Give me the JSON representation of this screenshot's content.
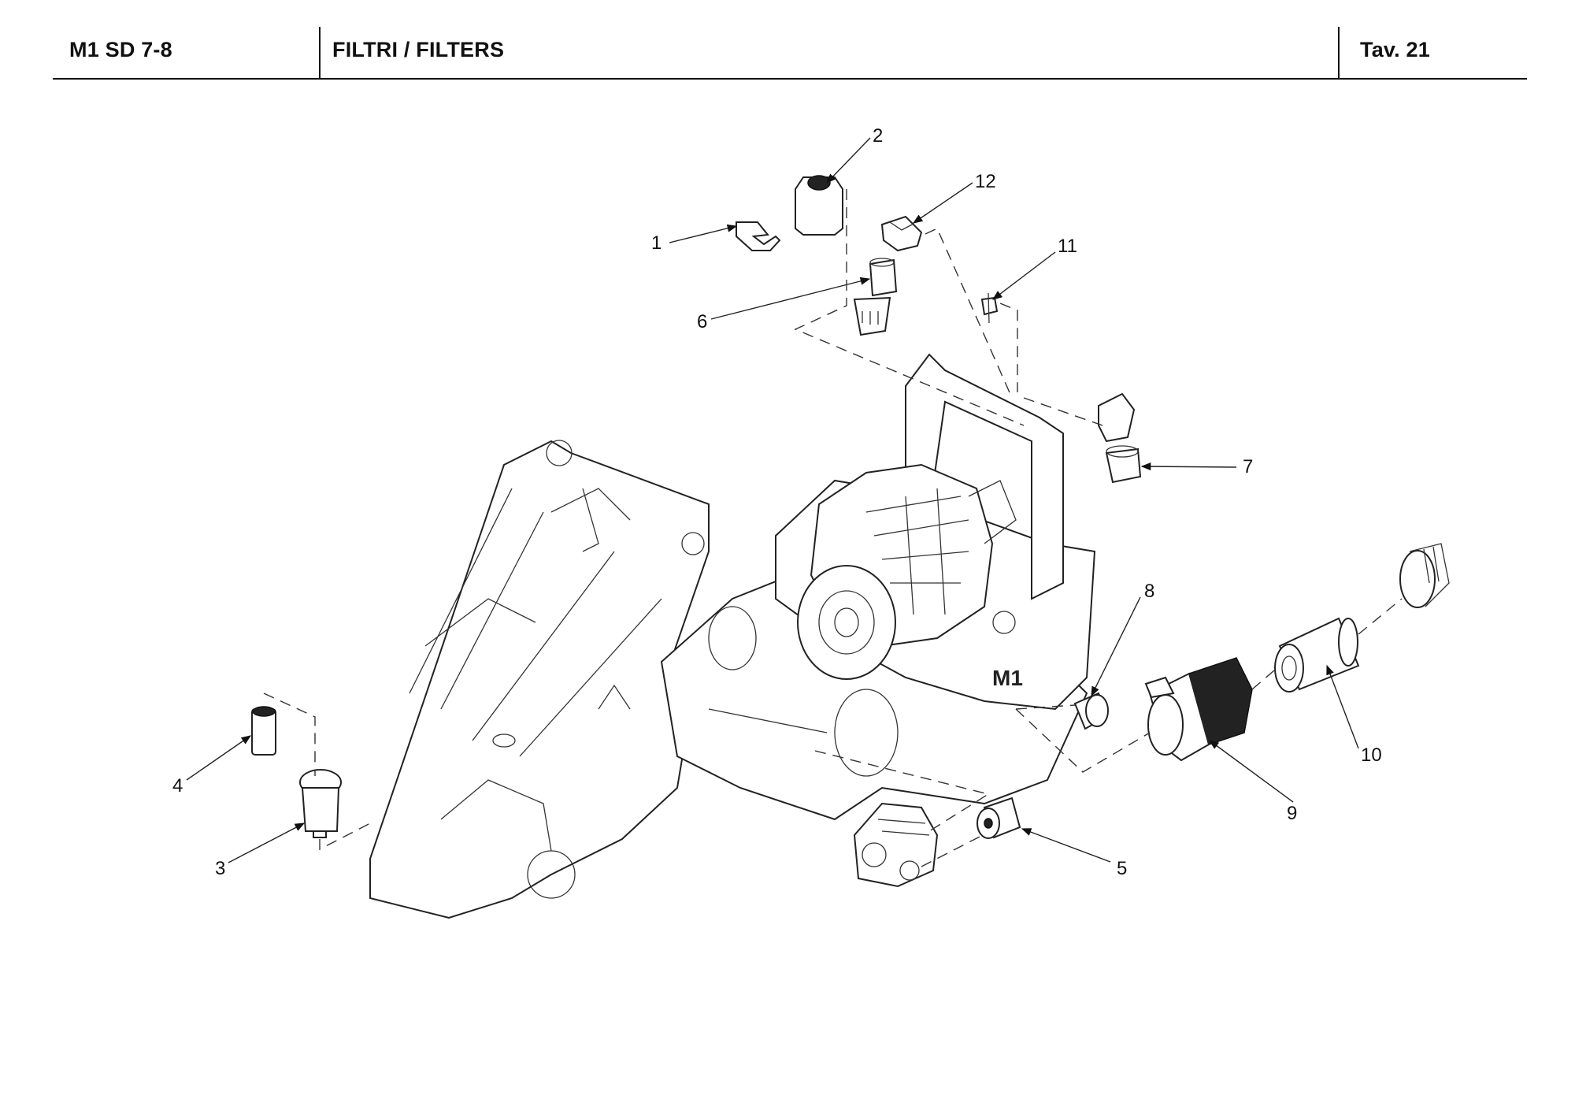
{
  "header": {
    "model": "M1 SD 7-8",
    "title": "FILTRI / FILTERS",
    "table_ref": "Tav.  21"
  },
  "callouts": [
    {
      "id": "1",
      "label": "1",
      "part": "bracket"
    },
    {
      "id": "2",
      "label": "2",
      "part": "reservoir-tank"
    },
    {
      "id": "3",
      "label": "3",
      "part": "hydraulic-filter-housing"
    },
    {
      "id": "4",
      "label": "4",
      "part": "hydraulic-filter-cartridge"
    },
    {
      "id": "5",
      "label": "5",
      "part": "pump-filter"
    },
    {
      "id": "6",
      "label": "6",
      "part": "fuel-filter-cartridge"
    },
    {
      "id": "7",
      "label": "7",
      "part": "fuel-prefilter-bowl"
    },
    {
      "id": "8",
      "label": "8",
      "part": "oil-filter"
    },
    {
      "id": "9",
      "label": "9",
      "part": "air-filter-housing"
    },
    {
      "id": "10",
      "label": "10",
      "part": "air-filter-element"
    },
    {
      "id": "11",
      "label": "11",
      "part": "inline-fuel-filter"
    },
    {
      "id": "12",
      "label": "12",
      "part": "fuel-filter-head"
    }
  ]
}
